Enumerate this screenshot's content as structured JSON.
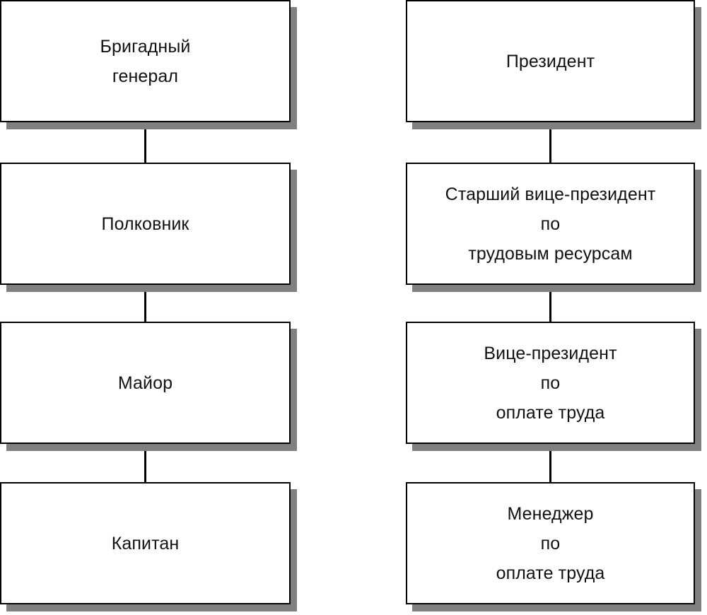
{
  "diagram": {
    "type": "org-chart-comparison",
    "background_color": "#ffffff",
    "box_border_color": "#000000",
    "box_fill_color": "#ffffff",
    "shadow_color": "#808080",
    "text_color": "#111111",
    "columns": [
      {
        "id": "military-ranks",
        "side": "left",
        "nodes": [
          {
            "id": "brigadier-general",
            "label": "Бригадный\nгенерал"
          },
          {
            "id": "colonel",
            "label": "Полковник"
          },
          {
            "id": "major",
            "label": "Майор"
          },
          {
            "id": "captain",
            "label": "Капитан"
          }
        ]
      },
      {
        "id": "corporate-titles",
        "side": "right",
        "nodes": [
          {
            "id": "president",
            "label": "Президент"
          },
          {
            "id": "senior-vp-hr",
            "label": "Старший вице-президент\nпо\nтрудовым ресурсам"
          },
          {
            "id": "vp-compensation",
            "label": "Вице-президент\nпо\nоплате труда"
          },
          {
            "id": "manager-compensation",
            "label": "Менеджер\nпо\nоплате труда"
          }
        ]
      }
    ],
    "connectors": [
      {
        "id": "left-1-2",
        "from": "brigadier-general",
        "to": "colonel"
      },
      {
        "id": "left-2-3",
        "from": "colonel",
        "to": "major"
      },
      {
        "id": "left-3-4",
        "from": "major",
        "to": "captain"
      },
      {
        "id": "right-1-2",
        "from": "president",
        "to": "senior-vp-hr"
      },
      {
        "id": "right-2-3",
        "from": "senior-vp-hr",
        "to": "vp-compensation"
      },
      {
        "id": "right-3-4",
        "from": "vp-compensation",
        "to": "manager-compensation"
      }
    ]
  }
}
